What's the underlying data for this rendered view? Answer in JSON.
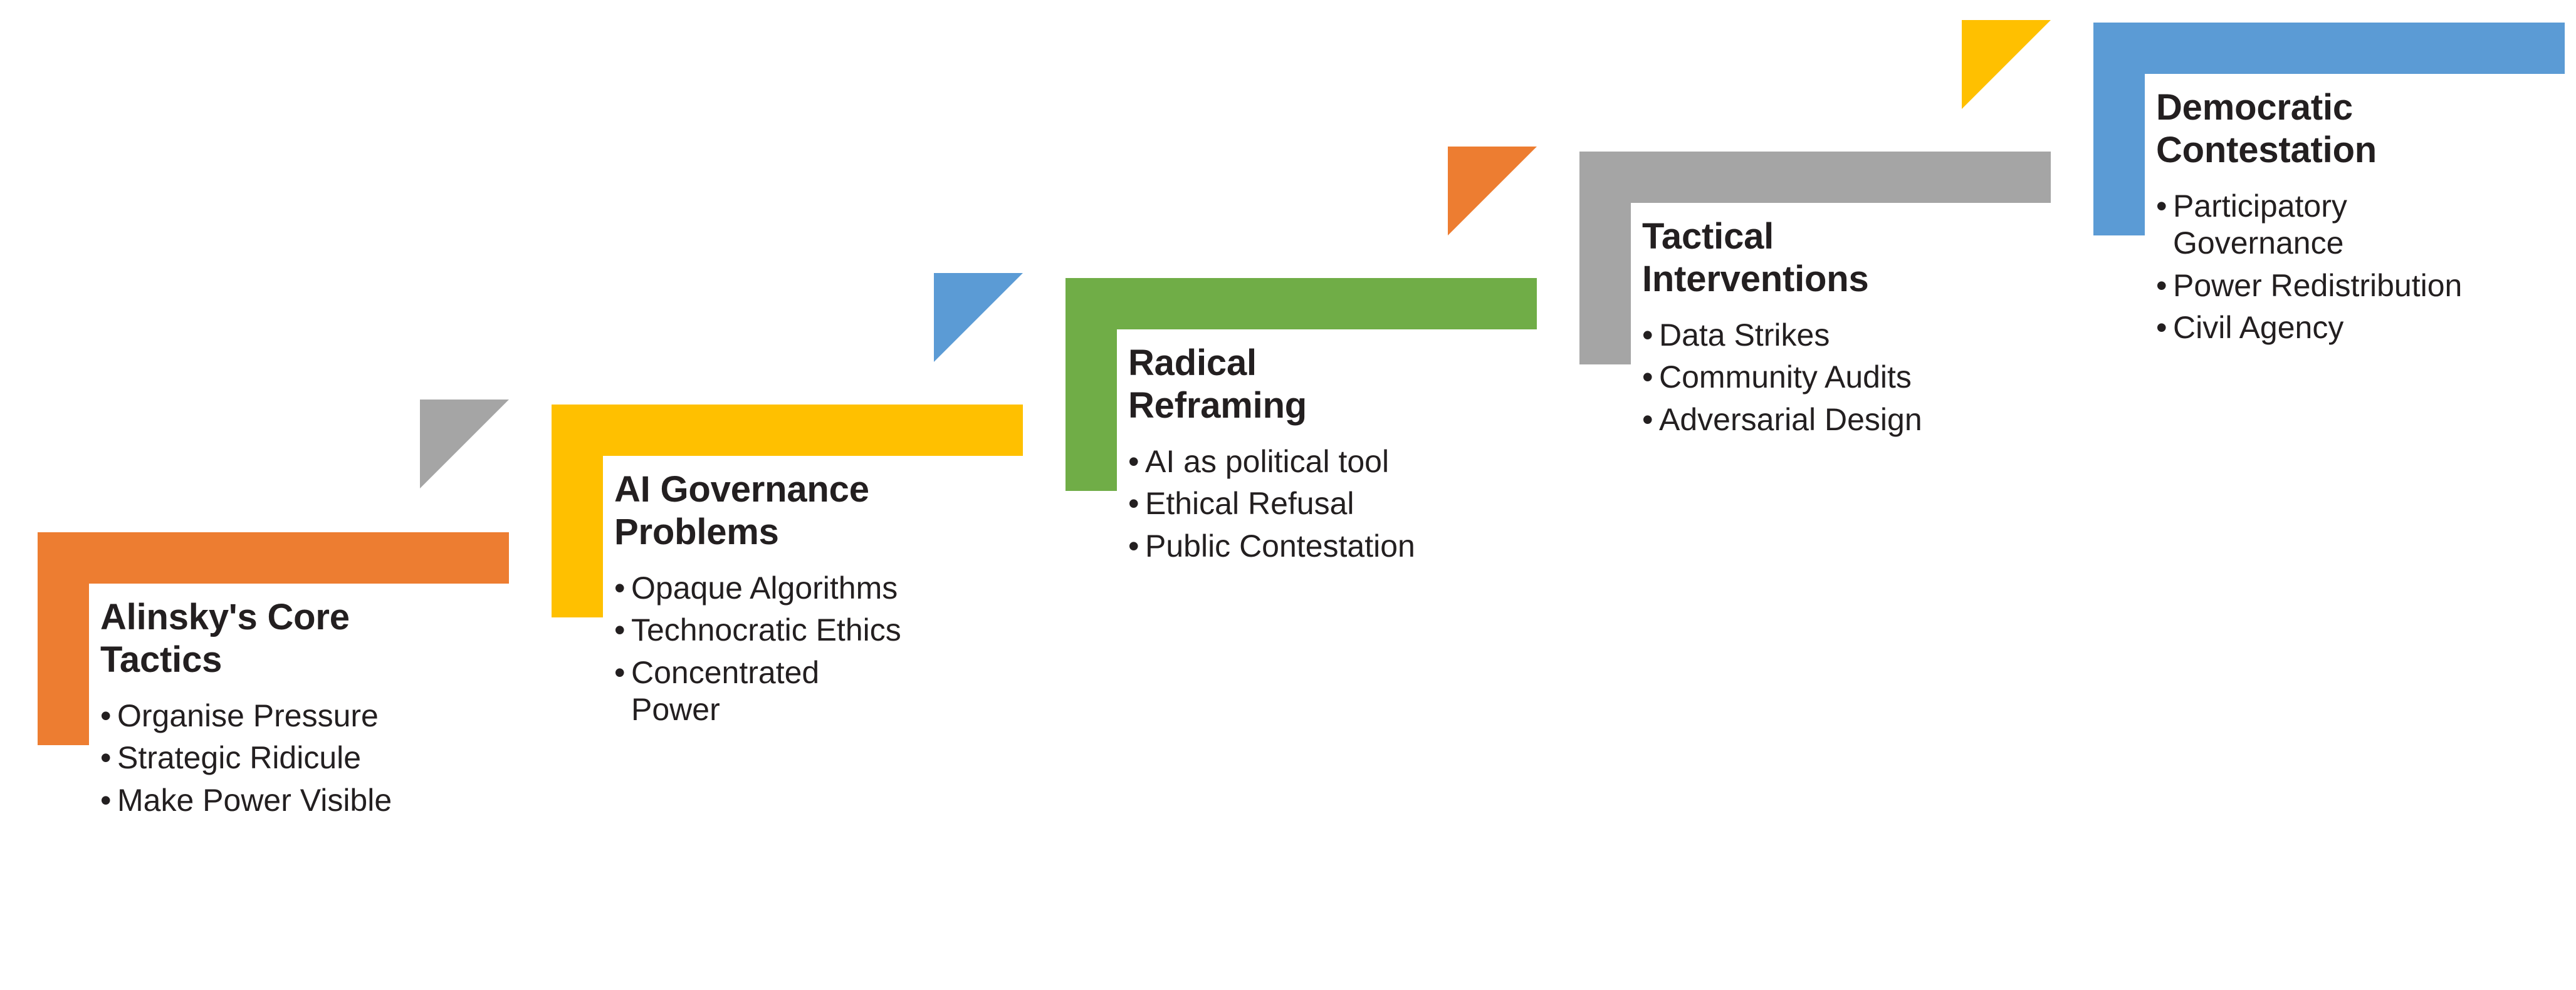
{
  "diagram": {
    "type": "ascending-staircase",
    "title": "",
    "orientation": "left-to-right-ascending",
    "step_count": 5,
    "palette": {
      "orange": "#ED7D31",
      "yellow": "#FFC000",
      "green": "#70AD47",
      "gray": "#A5A5A5",
      "blue": "#5B9BD5",
      "text": "#231F20",
      "background": "#FFFFFF"
    }
  },
  "steps": [
    {
      "index": 1,
      "title": "Alinsky's Core\nTactics",
      "color": "#ED7D31",
      "riser_color": null,
      "bullets": [
        "Organise Pressure",
        "Strategic Ridicule",
        "Make Power Visible"
      ]
    },
    {
      "index": 2,
      "title": "AI Governance\nProblems",
      "color": "#FFC000",
      "riser_color": "#A5A5A5",
      "bullets": [
        "Opaque Algorithms",
        "Technocratic Ethics",
        "Concentrated Power"
      ]
    },
    {
      "index": 3,
      "title": "Radical\nReframing",
      "color": "#70AD47",
      "riser_color": "#5B9BD5",
      "bullets": [
        "AI as political  tool",
        "Ethical Refusal",
        "Public Contestation"
      ]
    },
    {
      "index": 4,
      "title": "Tactical\nInterventions",
      "color": "#A5A5A5",
      "riser_color": "#ED7D31",
      "bullets": [
        "Data Strikes",
        "Community Audits",
        "Adversarial Design"
      ]
    },
    {
      "index": 5,
      "title": "Democratic\nContestation",
      "color": "#5B9BD5",
      "riser_color": "#FFC000",
      "bullets": [
        "Participatory Governance",
        "Power Redistribution",
        "Civil Agency"
      ]
    }
  ]
}
